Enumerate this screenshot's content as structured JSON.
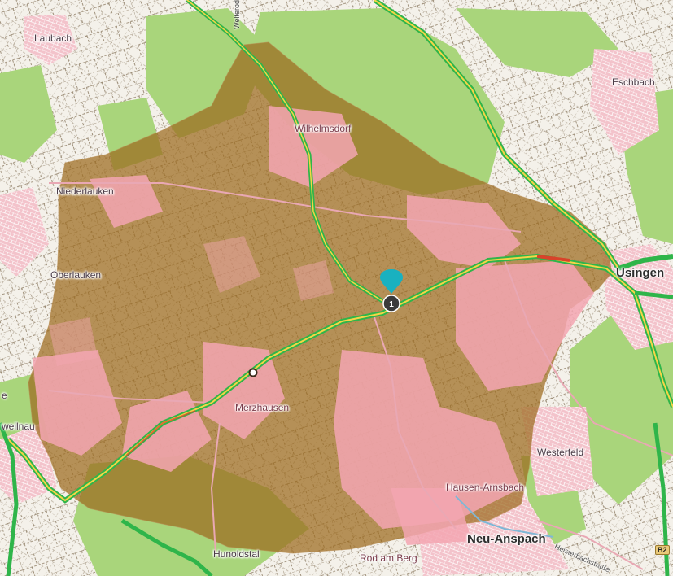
{
  "map": {
    "colors": {
      "area_fill": "#9c6b1e",
      "area_fill_pink": "#e86a7a",
      "forest": "#9ccf6a",
      "motorway": "#2fb54a",
      "traffic_red": "#d8432a",
      "marker": "#19b1c0",
      "marker_badge": "#3a3a3a"
    },
    "places": [
      {
        "name": "Laubach",
        "type": "village"
      },
      {
        "name": "Welterod",
        "type": "road-vertical"
      },
      {
        "name": "Eschbach",
        "type": "village"
      },
      {
        "name": "Wilhelmsdorf",
        "type": "village"
      },
      {
        "name": "Niederlauken",
        "type": "village"
      },
      {
        "name": "Usingen",
        "type": "town"
      },
      {
        "name": "Oberlauken",
        "type": "village"
      },
      {
        "name": "Merzhausen",
        "type": "village"
      },
      {
        "name": "weilnau",
        "type": "village"
      },
      {
        "name": "Westerfeld",
        "type": "village"
      },
      {
        "name": "Hausen-Arnsbach",
        "type": "village"
      },
      {
        "name": "Neu-Anspach",
        "type": "town"
      },
      {
        "name": "Hunoldstal",
        "type": "village"
      },
      {
        "name": "Rod am Berg",
        "type": "village"
      },
      {
        "name": "e",
        "type": "fragment"
      }
    ],
    "street_label": "Heisterbachstraße",
    "road_shield": "B2",
    "marker": {
      "badge": "1",
      "icon": "map-pin-icon"
    },
    "start_point": {
      "icon": "route-start-circle-icon"
    }
  }
}
